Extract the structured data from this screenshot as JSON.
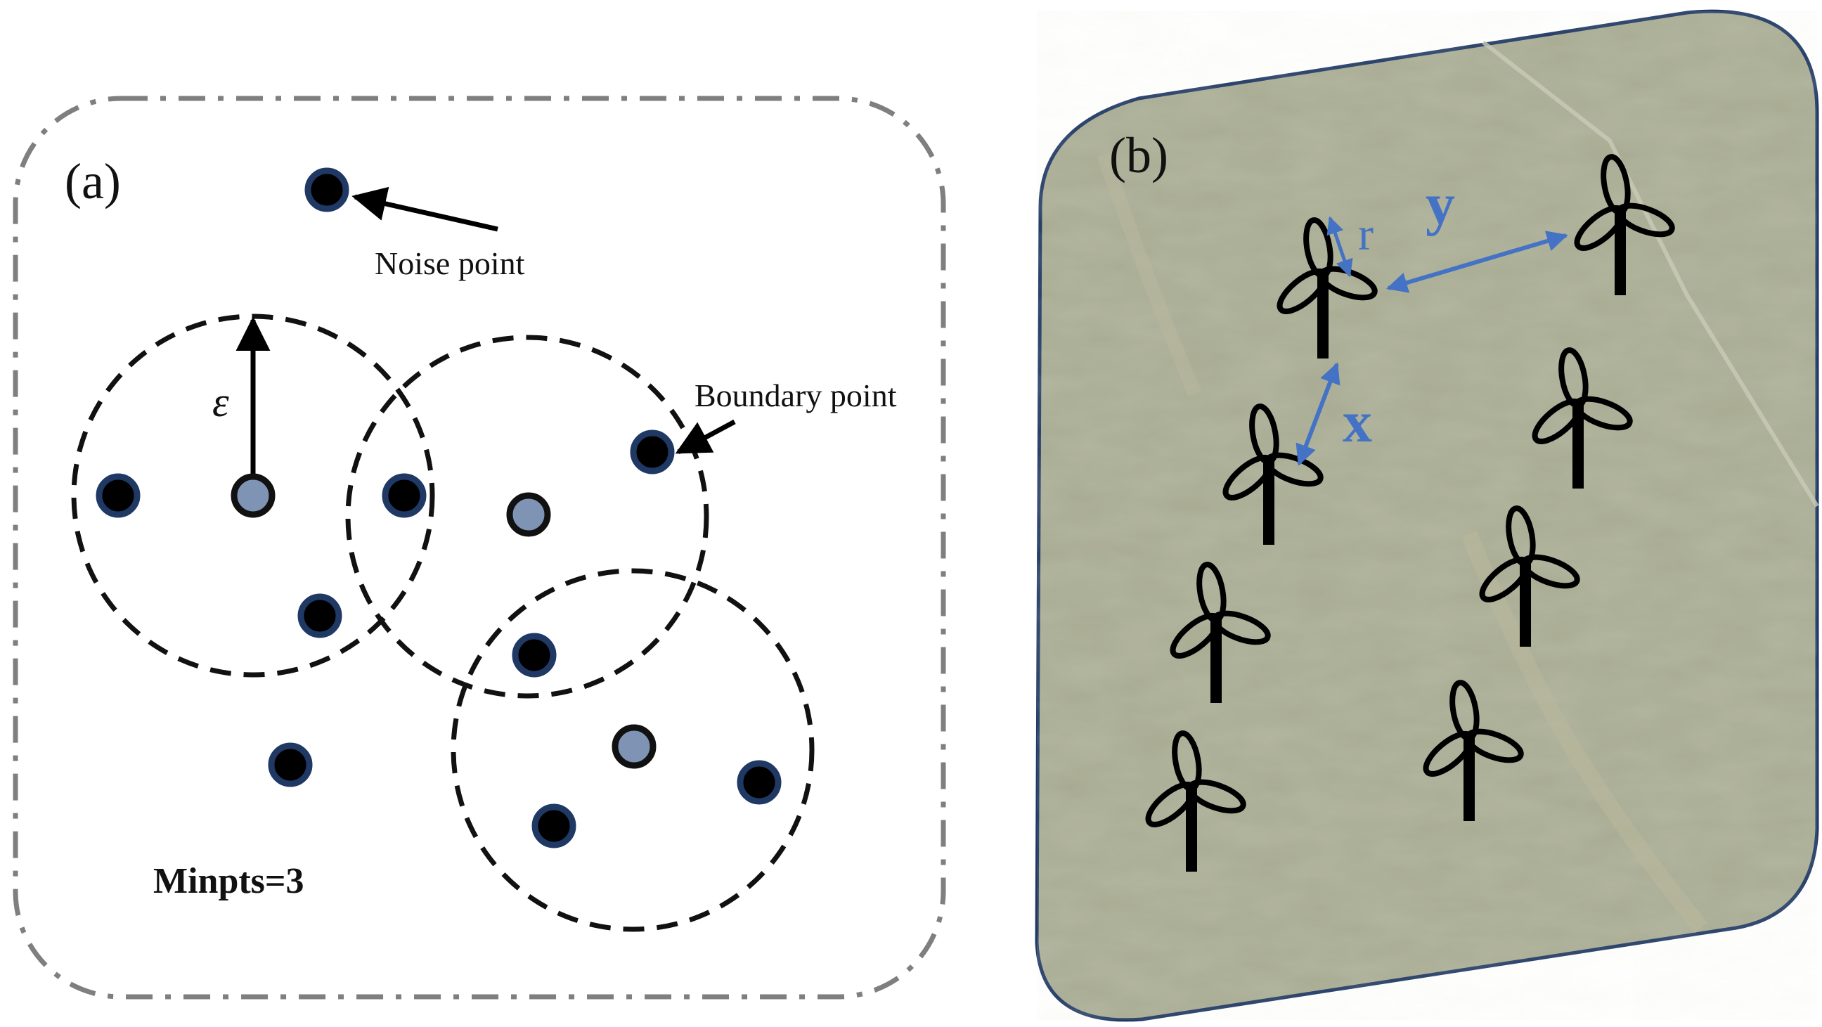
{
  "panel_a": {
    "label": "(a)",
    "noise_label": "Noise point",
    "boundary_label": "Boundary point",
    "epsilon_label": "ε",
    "minpts_label": "Minpts=3"
  },
  "panel_b": {
    "label": "(b)",
    "r_label": "r",
    "y_label": "y",
    "x_label": "x",
    "turbine_count": 8
  },
  "colors": {
    "dark_point": "#000000",
    "point_ring": "#1f3864",
    "core_point": "#7f93b5",
    "dashed_circle": "#111111",
    "dash_dot_border": "#7f7f7f",
    "panel_b_border": "#1f3864",
    "panel_b_background": "#a8ab92",
    "blue_annotation": "#4472c4",
    "turbine": "#000000"
  }
}
